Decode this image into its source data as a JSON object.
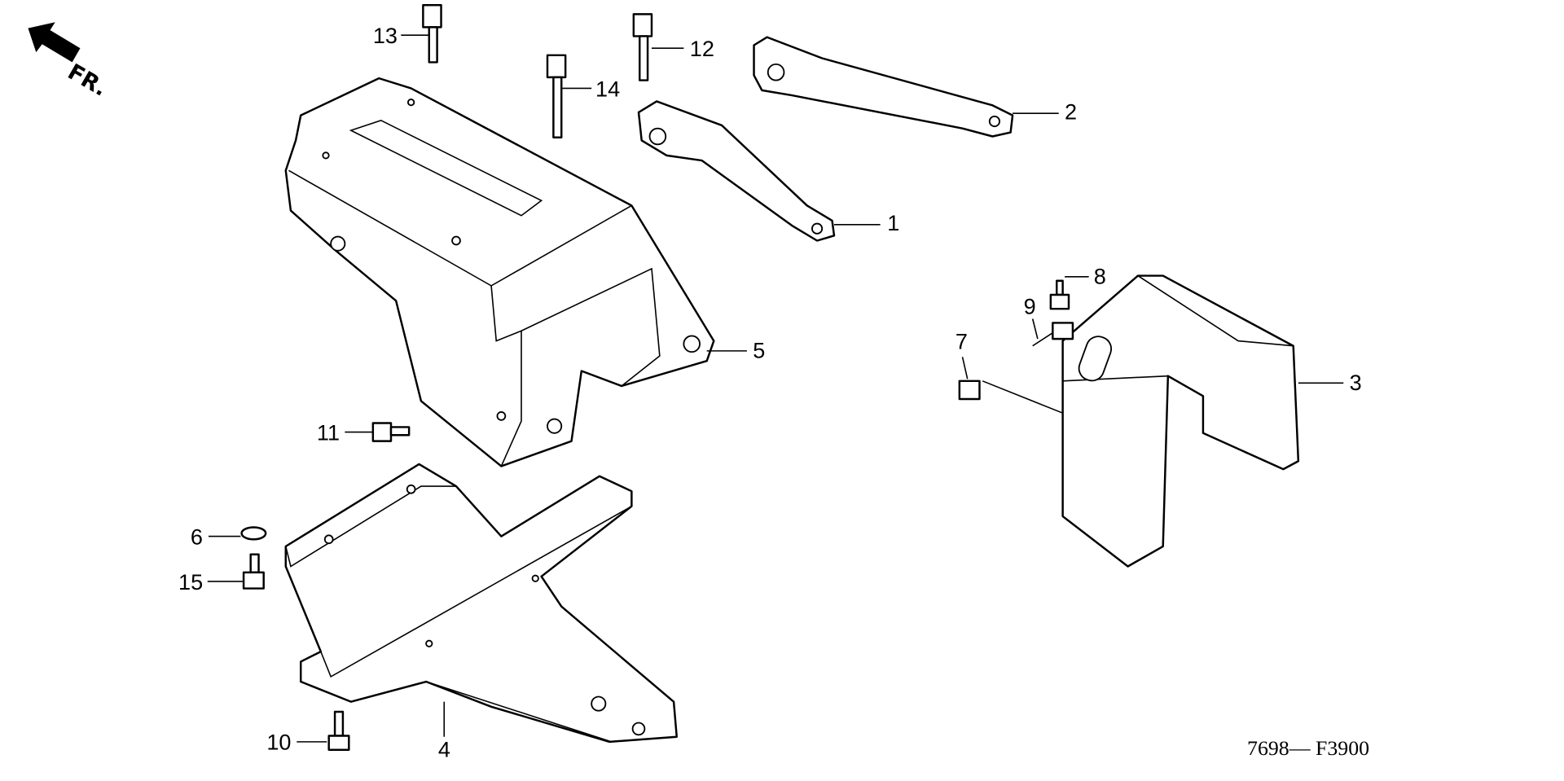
{
  "diagram": {
    "direction_label": "FR.",
    "figure_code": "7698— F3900",
    "callouts": {
      "c1": "1",
      "c2": "2",
      "c3": "3",
      "c4": "4",
      "c5": "5",
      "c6": "6",
      "c7": "7",
      "c8": "8",
      "c9": "9",
      "c10": "10",
      "c11": "11",
      "c12": "12",
      "c13": "13",
      "c14": "14",
      "c15": "15"
    }
  }
}
